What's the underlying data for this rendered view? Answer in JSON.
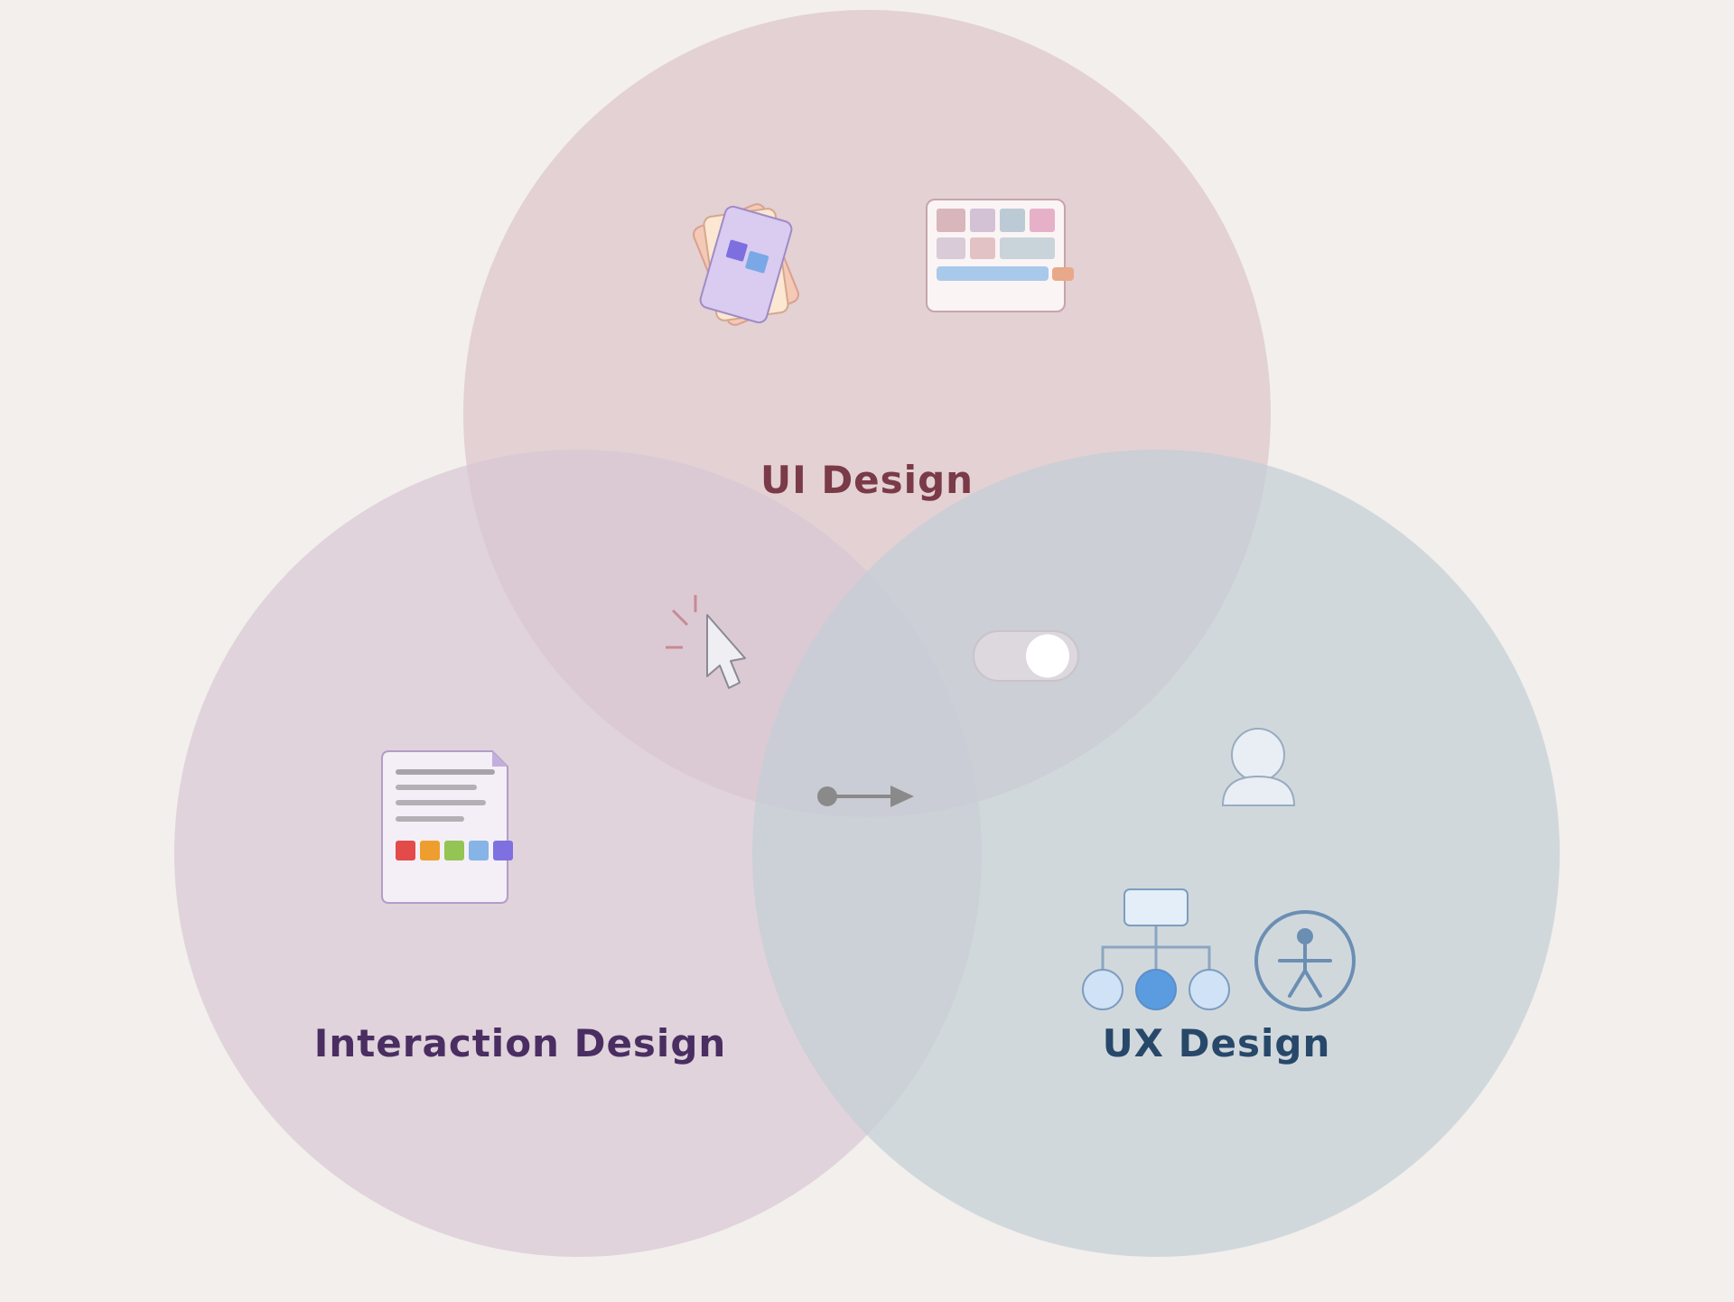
{
  "colors": {
    "background": "#f2efec",
    "ui_circle": "#dcc5c9",
    "interaction_circle": "#d8c8d4",
    "ux_circle": "#c4cfd6",
    "ui_label": "#7a3a48",
    "interaction_label": "#4a2e62",
    "ux_label": "#28486a"
  },
  "circles": {
    "ui": {
      "label": "UI Design"
    },
    "interaction": {
      "label": "Interaction Design"
    },
    "ux": {
      "label": "UX Design"
    }
  },
  "icons": {
    "ui": [
      "mobile-screens-icon",
      "component-library-icon"
    ],
    "ui_interaction": [
      "cursor-click-icon"
    ],
    "ui_ux": [
      "toggle-switch-icon"
    ],
    "center": [
      "flow-arrow-icon"
    ],
    "interaction": [
      "style-guide-document-icon"
    ],
    "ux": [
      "user-persona-icon",
      "sitemap-icon",
      "accessibility-icon"
    ]
  }
}
